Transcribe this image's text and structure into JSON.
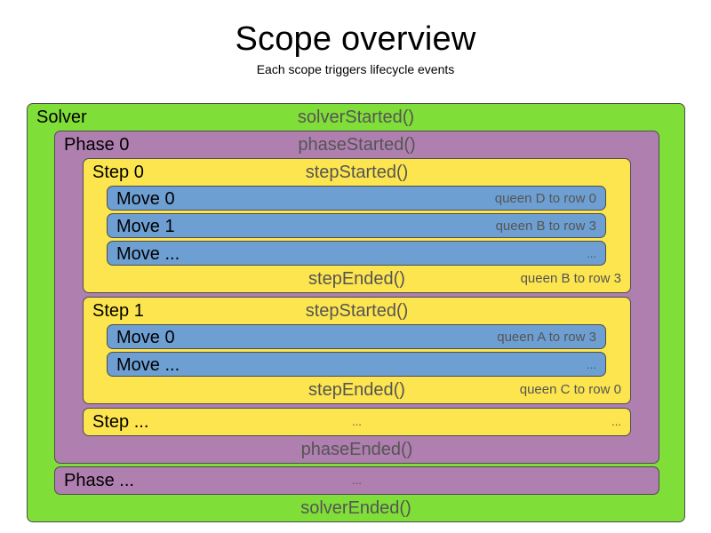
{
  "header": {
    "title": "Scope overview",
    "subtitle": "Each scope triggers lifecycle events"
  },
  "colors": {
    "solver": "#80de38",
    "phase": "#af7faf",
    "step": "#fce54e",
    "move": "#6e9fd2",
    "border": "#4d4d4d",
    "label_text": "#000000",
    "event_text": "#555555"
  },
  "diagram": {
    "solver": {
      "label": "Solver",
      "started_event": "solverStarted()",
      "ended_event": "solverEnded()",
      "phases": [
        {
          "label": "Phase 0",
          "started_event": "phaseStarted()",
          "ended_event": "phaseEnded()",
          "steps": [
            {
              "label": "Step 0",
              "started_event": "stepStarted()",
              "ended_event": "stepEnded()",
              "ended_value": "queen B to row 3",
              "moves": [
                {
                  "label": "Move 0",
                  "value": "queen D to row 0"
                },
                {
                  "label": "Move 1",
                  "value": "queen B to row 3"
                },
                {
                  "label": "Move ...",
                  "value": "..."
                }
              ]
            },
            {
              "label": "Step 1",
              "started_event": "stepStarted()",
              "ended_event": "stepEnded()",
              "ended_value": "queen C to row 0",
              "moves": [
                {
                  "label": "Move 0",
                  "value": "queen A to row 3"
                },
                {
                  "label": "Move ...",
                  "value": "..."
                }
              ]
            },
            {
              "label": "Step ...",
              "started_event": "...",
              "ended_value": "..."
            }
          ]
        },
        {
          "label": "Phase ...",
          "started_event": "..."
        }
      ]
    }
  }
}
